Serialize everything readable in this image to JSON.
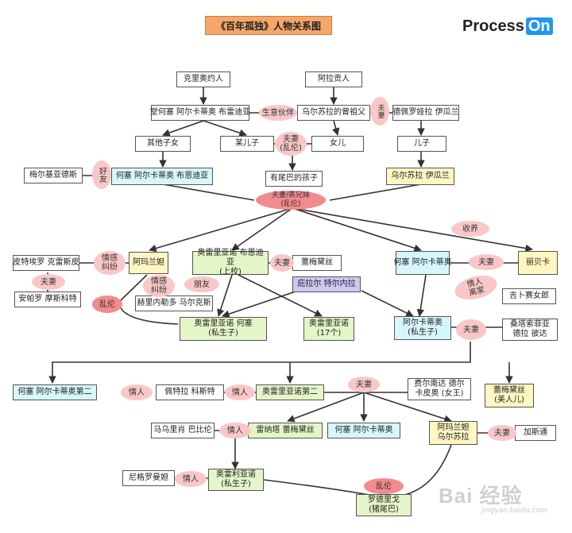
{
  "title": "《百年孤独》人物关系图",
  "logo": {
    "word": "Process",
    "badge": "On"
  },
  "watermark": {
    "main": "Bai 经验",
    "sub": "jingyan.baidu.com"
  },
  "colors": {
    "title_bg": "#f5a76a",
    "cyan": "#d6f6fb",
    "yellow": "#fff6c2",
    "green": "#e4f5c8",
    "purple": "#ccc8f3",
    "pink": "#f9c7c7",
    "red": "#f28b8b"
  },
  "nodes": {
    "kelianaoyueren": "克里奥约人",
    "alagongren": "阿拉贡人",
    "jose_buendia_sr": "堂何塞 阿尔卡蒂奥 布雷迪亚",
    "ursula_greatgf": "乌尔苏拉的曾祖父",
    "dpr_iguaran": "德佩罗娅拉 伊瓜兰",
    "other_children": "其他子女",
    "some_son": "某儿子",
    "daughter": "女儿",
    "son": "儿子",
    "pig_tail_child": "有尾巴的孩子",
    "melquiades": "梅尔基亚德斯",
    "jose_arcadio_buendia": "何塞 阿尔卡蒂奥 布恩迪亚",
    "ursula_iguaran": "乌尔苏拉 伊瓜兰",
    "pietro_crespi": "皮特埃罗 克雷斯皮",
    "amaranta": "阿玛兰妲",
    "col_aureliano": "奥雷里亚诺 布恩迪亚\n(上校)",
    "remedios": "蕾梅黛丝",
    "jose_arcadio": "何塞 阿尔卡蒂奥",
    "pilar_ternera": "庇拉尔 特尔内拉",
    "rebeca": "丽贝卡",
    "amparo_moscote": "安帕罗 摩斯科特",
    "herinerdo_marquez": "赫里内勒多 马尔克斯",
    "jixianse": "吉卜赛女郎",
    "aureliano_jose": "奥雷里亚诺 何塞\n(私生子)",
    "aureliano_17": "奥雷里亚诺\n(17个)",
    "arcadio": "阿尔卡蒂奥\n(私生子)",
    "santa_sofia": "桑塔索菲亚\n德拉 彼达",
    "jose_arcadio_ii": "何塞 阿尔卡蒂奥第二",
    "petra_cotes": "佩特拉 科斯特",
    "aureliano_ii": "奥雷里亚诺第二",
    "fernanda": "费尔南达 德尔\n卡皮奥 (女王)",
    "remedios_beauty": "蕾梅黛丝\n(美人儿)",
    "mauricio": "马乌里肖 巴比伦",
    "meme": "雷纳塔 蕾梅黛丝",
    "jose_arcadio_young": "何塞 阿尔卡蒂奥",
    "amaranta_ursula": "阿玛兰妲\n乌尔苏拉",
    "gaston": "加斯通",
    "nigromanta": "尼格罗曼妲",
    "aureliano_babilonia": "奥雷利亚诺\n(私生子)",
    "rodrigo": "罗德里戈\n(猪尾巴)"
  },
  "relations": {
    "partner": "生意伙伴",
    "couple_top": "夫妻",
    "couple_incest": "夫妻\n(乱伦)",
    "friend_melq": "好友",
    "cousin_couple": "夫妻/表兄妹\n(乱伦)",
    "adopt": "收养",
    "love_pietro": "情感\n纠纷",
    "couple_amparo": "夫妻",
    "love_herinerdo": "情感\n纠纷",
    "friend_col": "朋友",
    "incest_amaranta": "乱伦",
    "couple_remedios": "夫妻",
    "couple_rebeca": "夫妻",
    "lover_gypsy": "情人\n离家",
    "couple_santa": "夫妻",
    "lover_jaii": "情人",
    "lover_aii": "情人",
    "couple_fernanda": "夫妻",
    "lover_meme": "情人",
    "couple_gaston": "夫妻",
    "lover_nigro": "情人",
    "incest_final": "乱伦"
  }
}
